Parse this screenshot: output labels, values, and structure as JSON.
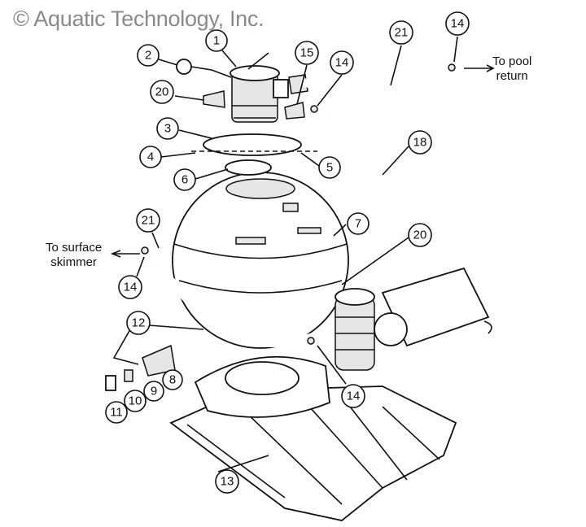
{
  "copyright": "© Aquatic Technology, Inc.",
  "notes": {
    "pool_return": [
      "To pool",
      "return"
    ],
    "skimmer": [
      "To surface",
      "skimmer"
    ]
  },
  "callouts": {
    "c1": "1",
    "c2": "2",
    "c15": "15",
    "c14a": "14",
    "c21a": "21",
    "c14b": "14",
    "c20a": "20",
    "c3": "3",
    "c4": "4",
    "c5": "5",
    "c6": "6",
    "c18": "18",
    "c7": "7",
    "c21b": "21",
    "c20b": "20",
    "c14c": "14",
    "c12": "12",
    "c8": "8",
    "c9": "9",
    "c10": "10",
    "c11": "11",
    "c14d": "14",
    "c13": "13"
  }
}
